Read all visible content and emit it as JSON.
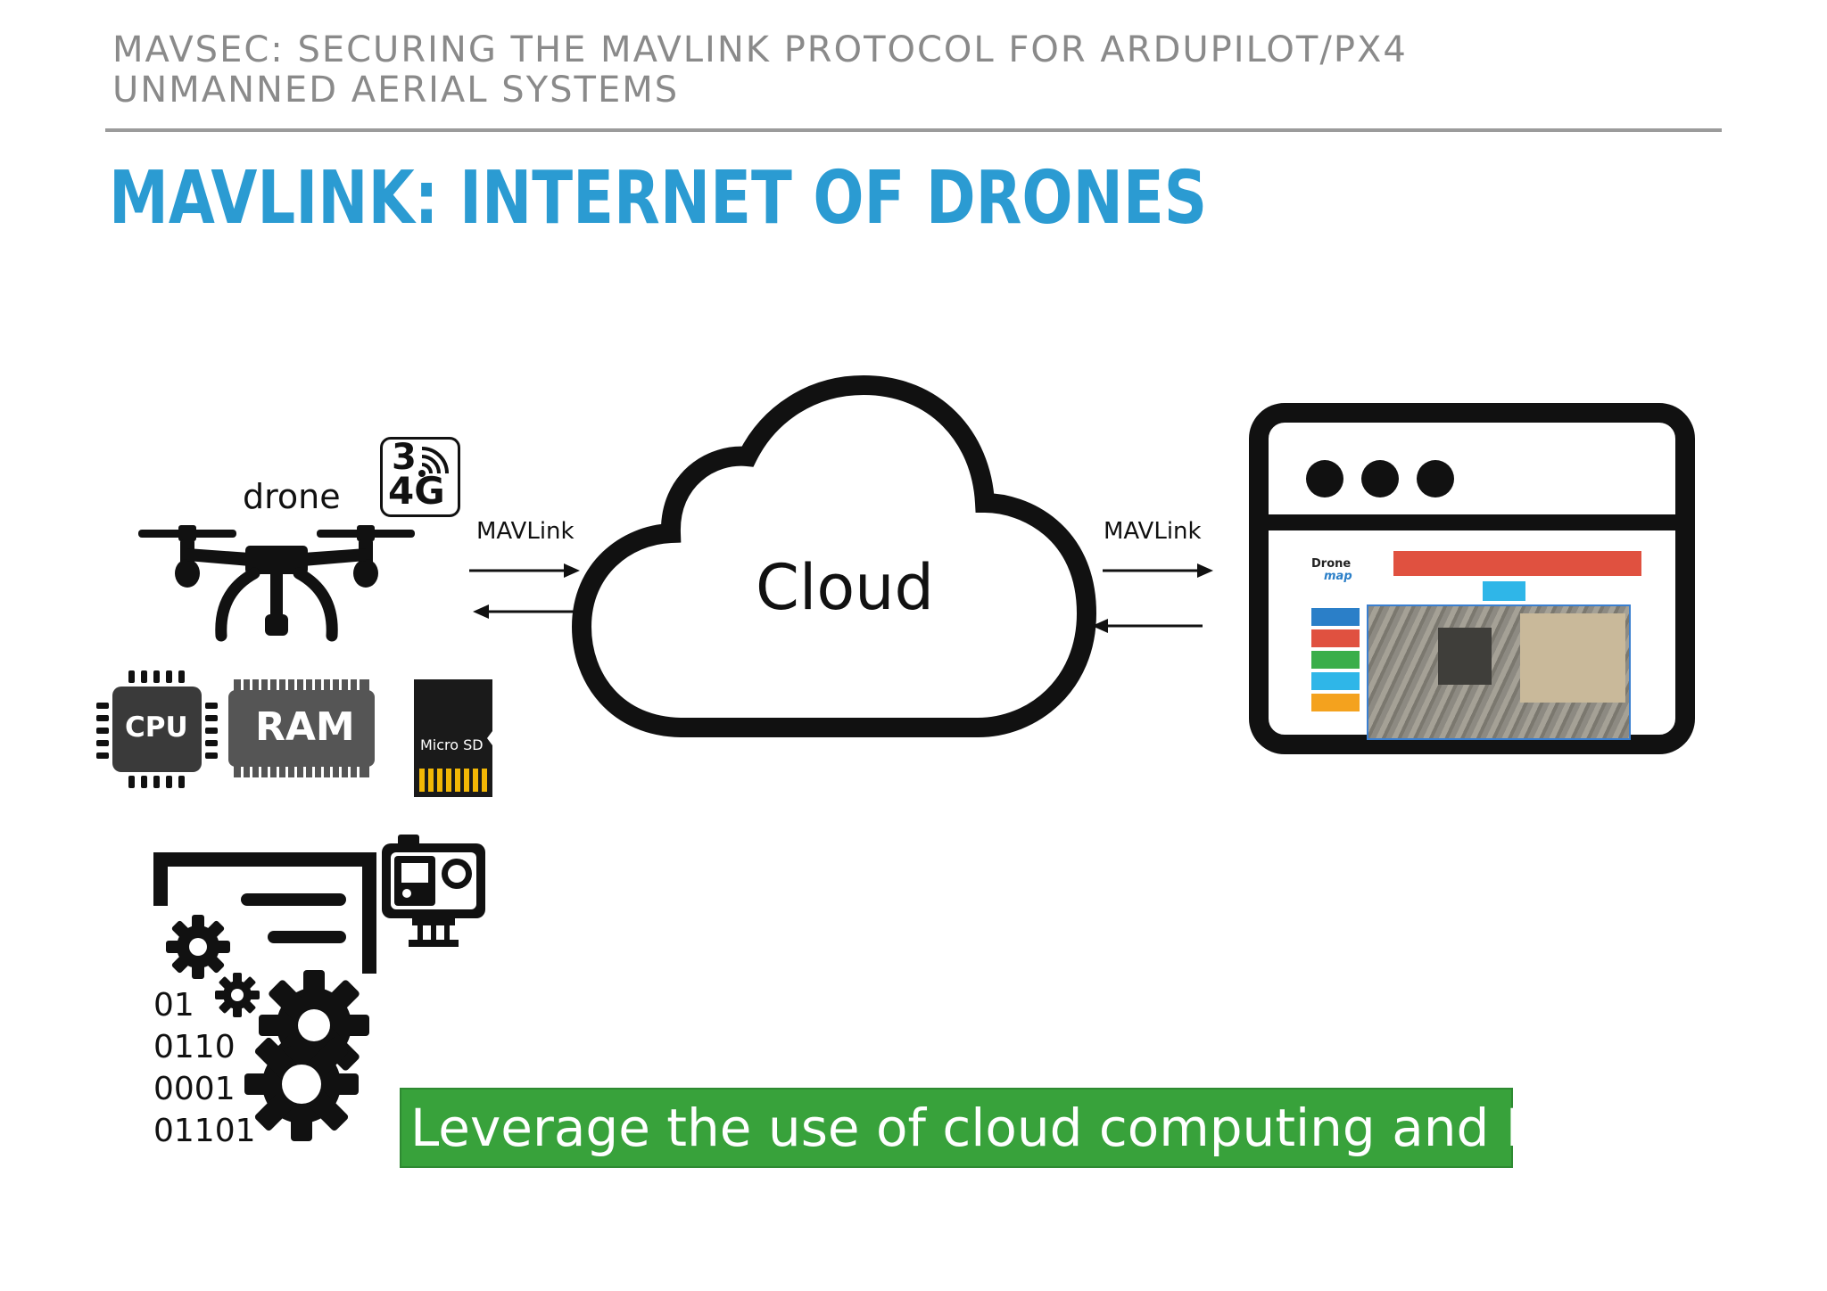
{
  "header": {
    "line1": "MAVSEC: SECURING THE MAVLINK PROTOCOL FOR ARDUPILOT/PX4",
    "line2": "UNMANNED AERIAL SYSTEMS"
  },
  "title": "MAVLINK: INTERNET OF DRONES",
  "diagram": {
    "drone_label": "drone",
    "network_badge": {
      "top": "3",
      "bottom": "4G"
    },
    "link_left": "MAVLink",
    "link_right": "MAVLink",
    "cloud_label": "Cloud",
    "components": {
      "cpu": "CPU",
      "ram": "RAM",
      "sd": "Micro SD"
    },
    "binary_lines": [
      "01",
      "0110",
      "0001",
      "01101"
    ],
    "app_screenshot": {
      "logo_top": "Drone",
      "logo_bottom": "map"
    }
  },
  "banner": "Leverage the use of cloud computing and IoT",
  "colors": {
    "title": "#2b9bd2",
    "header": "#8a8a8a",
    "banner": "#38a23b"
  }
}
